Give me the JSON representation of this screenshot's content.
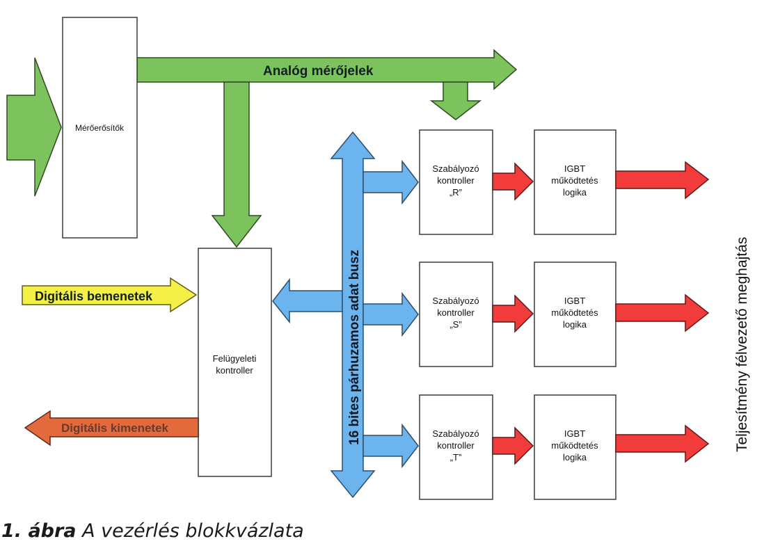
{
  "diagram": {
    "type": "block-diagram",
    "blocks": {
      "amplifiers": {
        "label": "Mérőerősítők"
      },
      "supervisor": {
        "lines": [
          "Felügyeleti",
          "kontroller"
        ]
      },
      "controllers": [
        {
          "id": "R",
          "lines": [
            "Szabályozó",
            "kontroller",
            "„R”"
          ]
        },
        {
          "id": "S",
          "lines": [
            "Szabályozó",
            "kontroller",
            "„S”"
          ]
        },
        {
          "id": "T",
          "lines": [
            "Szabályozó",
            "kontroller",
            "„T”"
          ]
        }
      ],
      "igbt": [
        {
          "lines": [
            "IGBT",
            "működtetés",
            "logika"
          ]
        },
        {
          "lines": [
            "IGBT",
            "működtetés",
            "logika"
          ]
        },
        {
          "lines": [
            "IGBT",
            "működtetés",
            "logika"
          ]
        }
      ]
    },
    "arrows": {
      "analog": {
        "label": "Analóg mérőjelek",
        "color": "#7cc35e"
      },
      "digital_in": {
        "label": "Digitális bemenetek",
        "color": "#f4f046"
      },
      "digital_out": {
        "label": "Digitális kimenetek",
        "color": "#e26a3c"
      },
      "bus": {
        "label": "16 bites párhuzamos adat busz",
        "color": "#6cb4ee"
      },
      "power_color": "#f23b3b"
    },
    "side_label": "Teljesítmény félvezető meghajtás"
  },
  "caption": {
    "number": "1. ábra",
    "text": "A vezérlés blokkvázlata"
  }
}
